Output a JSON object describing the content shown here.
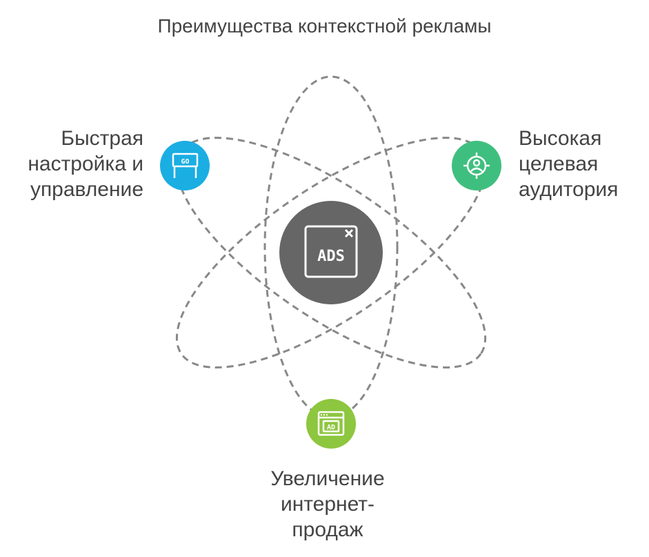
{
  "title": "Преимущества контекстной рекламы",
  "center": {
    "icon": "ads-window-icon",
    "text": "ADS",
    "color": "#666666"
  },
  "nodes": [
    {
      "id": "left",
      "label": "Быстрая\nнастройка и\nуправление",
      "icon": "go-sign-icon",
      "icon_text": "GO",
      "color": "#1aaee3"
    },
    {
      "id": "right",
      "label": "Высокая\nцелевая\nаудитория",
      "icon": "target-user-icon",
      "color": "#3fbf7f"
    },
    {
      "id": "bottom",
      "label": "Увеличение\nинтернет-\nпродаж",
      "icon": "ad-browser-icon",
      "icon_text": "AD",
      "color": "#8dc63f"
    }
  ],
  "orbit_color": "#888888"
}
